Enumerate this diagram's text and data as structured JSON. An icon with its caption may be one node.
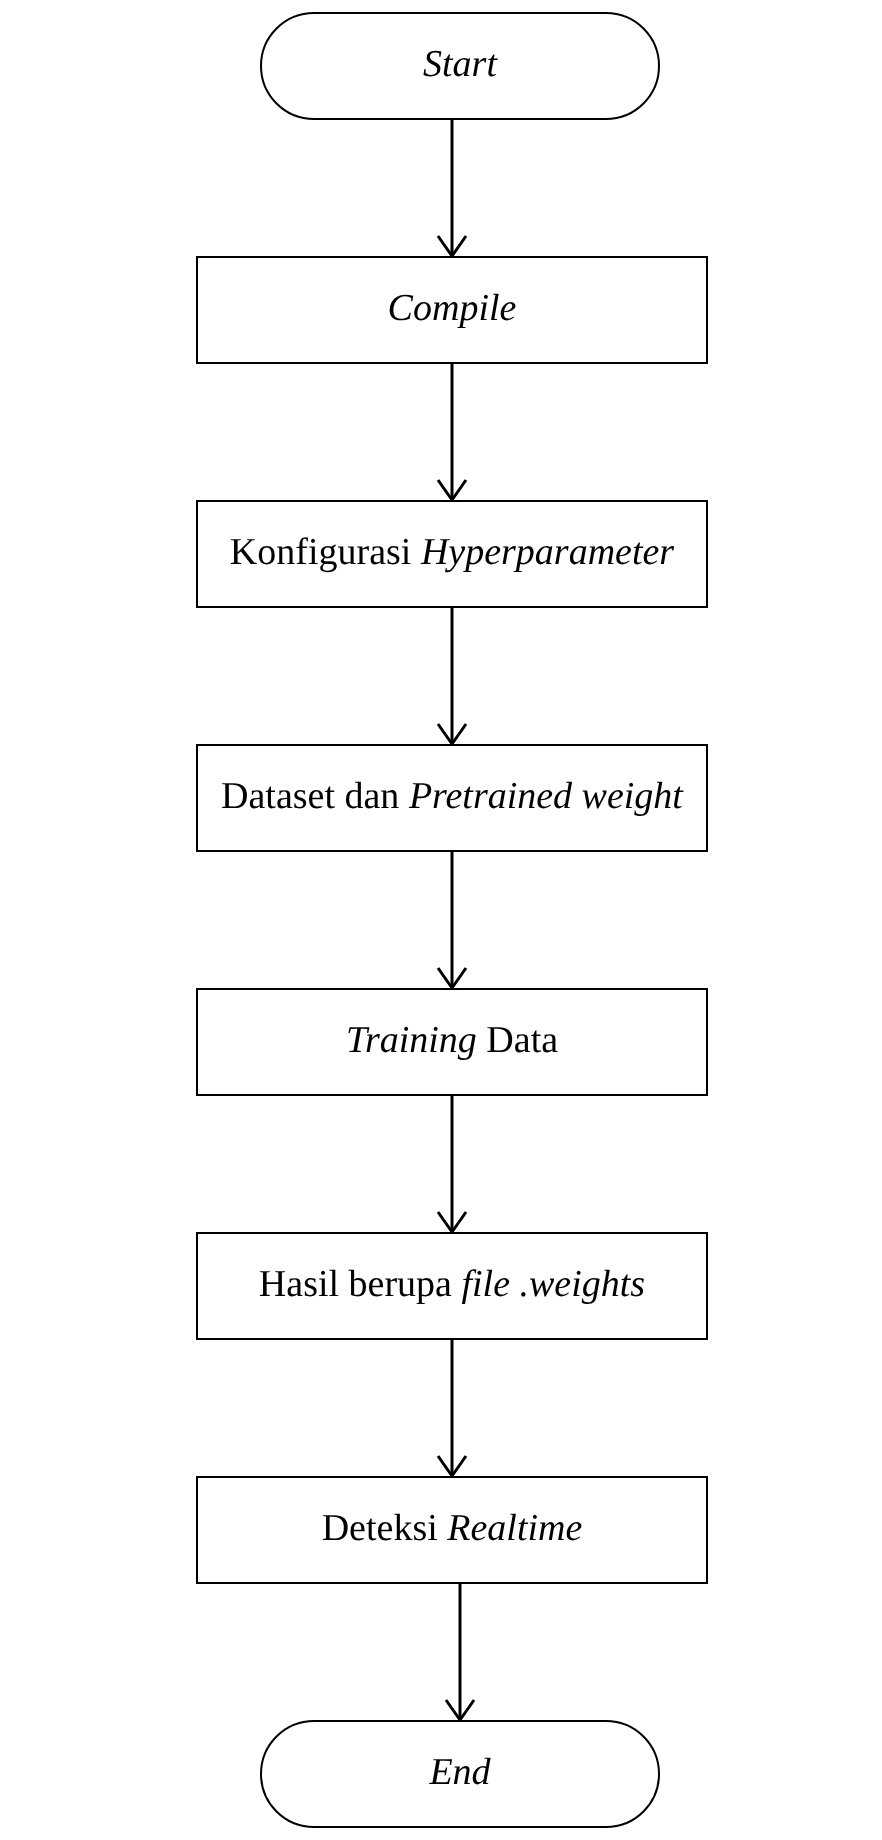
{
  "diagram": {
    "nodes": [
      {
        "text": [
          "Start"
        ]
      },
      {
        "text": [
          "Compile"
        ]
      },
      {
        "text": [
          "Konfigurasi *Hyperparameter*"
        ]
      },
      {
        "text": [
          "Dataset dan *Pretrained weight*"
        ]
      },
      {
        "text": [
          "*Training* Data"
        ]
      },
      {
        "text": [
          "Hasil berupa *file .weights*"
        ]
      },
      {
        "text": [
          "Deteksi *Realtime*"
        ]
      },
      {
        "text": [
          "End"
        ]
      }
    ],
    "edges": [
      {
        "from": 0,
        "to": 1,
        "arrow": "to"
      },
      {
        "from": 1,
        "to": 2,
        "arrow": "to"
      },
      {
        "from": 2,
        "to": 3,
        "arrow": "to"
      },
      {
        "from": 3,
        "to": 4,
        "arrow": "to"
      },
      {
        "from": 4,
        "to": 5,
        "arrow": "to"
      },
      {
        "from": 5,
        "to": 6,
        "arrow": "to"
      },
      {
        "from": 6,
        "to": 7,
        "arrow": "to"
      }
    ]
  }
}
